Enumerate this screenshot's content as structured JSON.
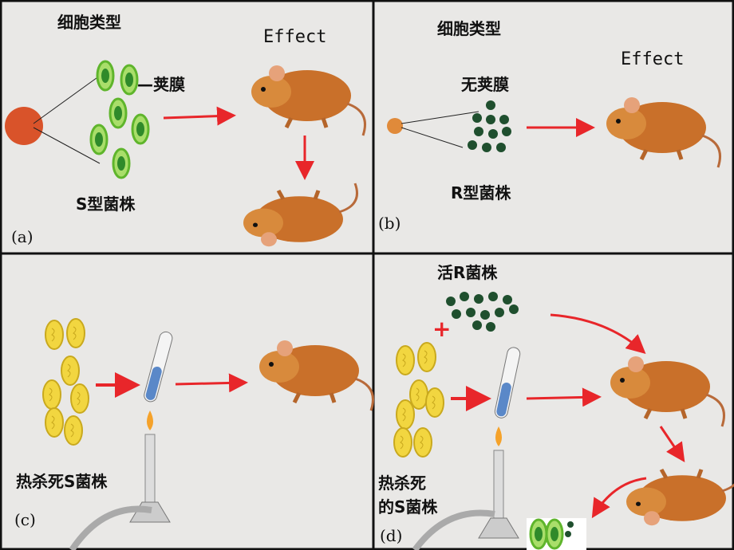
{
  "panel_a": {
    "title": "细胞类型",
    "effect": "Effect",
    "capsule": "荚膜",
    "strain": "S型菌株",
    "label": "(a)"
  },
  "panel_b": {
    "title": "细胞类型",
    "effect": "Effect",
    "no_capsule": "无荚膜",
    "strain": "R型菌株",
    "label": "(b)"
  },
  "panel_c": {
    "strain": "热杀死S菌株",
    "label": "(c)"
  },
  "panel_d": {
    "live": "活R菌株",
    "plus": "+",
    "heat_line1": "热杀死",
    "heat_line2": "的S菌株",
    "label": "(d)"
  },
  "colors": {
    "arrow": "#e8262a",
    "s_strain": "#5fb52c",
    "r_strain": "#1f4f2e",
    "dead_s": "#f2d640",
    "mouse": "#c9702a"
  }
}
